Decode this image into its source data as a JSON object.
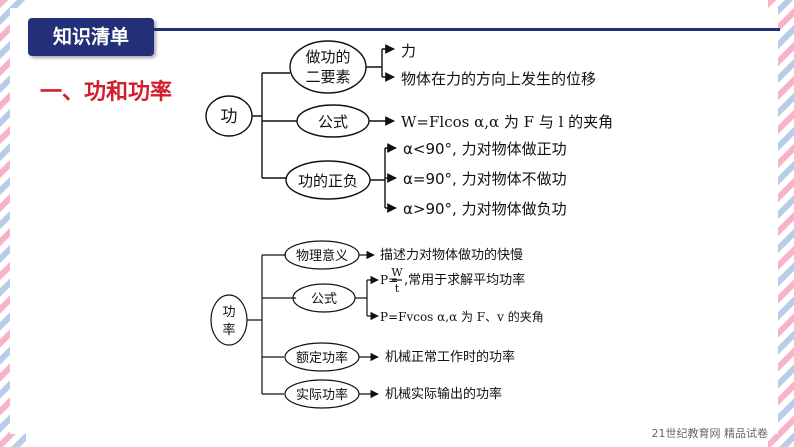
{
  "header": {
    "badge": "知识清单",
    "heading": "一、功和功率"
  },
  "work_map": {
    "root": "功",
    "branches": [
      {
        "node": [
          "做功的",
          "二要素"
        ],
        "items": [
          "力",
          "物体在力的方向上发生的位移"
        ]
      },
      {
        "node": [
          "公式"
        ],
        "items": [
          "W=Flcos α,α 为 F 与 l 的夹角"
        ]
      },
      {
        "node": [
          "功的正负"
        ],
        "items": [
          "α<90°, 力对物体做正功",
          "α=90°, 力对物体不做功",
          "α>90°, 力对物体做负功"
        ]
      }
    ]
  },
  "power_map": {
    "root": [
      "功",
      "率"
    ],
    "branches": [
      {
        "node": "物理意义",
        "items": [
          "描述力对物体做功的快慢"
        ]
      },
      {
        "node": "公式",
        "formula1": {
          "lhs": "P=",
          "num": "W",
          "den": "t",
          "rest": ",常用于求解平均功率"
        },
        "items": [
          "P=Fvcos α,α 为 F、v 的夹角"
        ]
      },
      {
        "node": "额定功率",
        "items": [
          "机械正常工作时的功率"
        ]
      },
      {
        "node": "实际功率",
        "items": [
          "机械实际输出的功率"
        ]
      }
    ]
  },
  "watermark": "21世纪教育网 精品试卷",
  "colors": {
    "badge_bg": "#232f76",
    "heading": "#d11f2e",
    "stripe_pink": "#f7b3c9",
    "stripe_blue": "#b9cdea"
  }
}
